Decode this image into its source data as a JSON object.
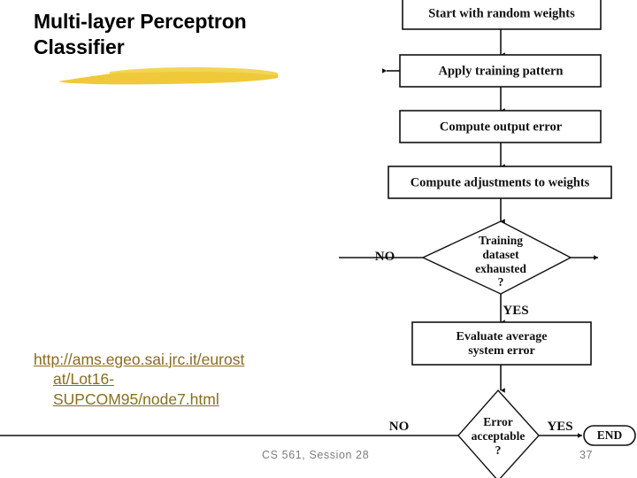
{
  "slide": {
    "title_line1": "Multi-layer Perceptron",
    "title_line2": "Classifier",
    "accent_color": "#EFC93A",
    "link_color": "#8A6D1F",
    "footer_color": "#7D7D7D"
  },
  "link": {
    "line1": "http://ams.egeo.sai.jrc.it/eurost",
    "line2": "at/Lot16-",
    "line3": "SUPCOM95/node7.html",
    "full": "http://ams.egeo.sai.jrc.it/eurostat/Lot16-SUPCOM95/node7.html"
  },
  "footer": {
    "course": "CS 561, Session 28",
    "page": "37"
  },
  "flowchart": {
    "nodes": [
      {
        "id": "start",
        "type": "process",
        "label": "Start with random weights"
      },
      {
        "id": "apply",
        "type": "process",
        "label": "Apply training pattern"
      },
      {
        "id": "output_err",
        "type": "process",
        "label": "Compute output error"
      },
      {
        "id": "adjust",
        "type": "process",
        "label": "Compute adjustments to weights"
      },
      {
        "id": "exhausted",
        "type": "decision",
        "label_line1": "Training",
        "label_line2": "dataset",
        "label_line3": "exhausted",
        "label_line4": "?"
      },
      {
        "id": "evaluate",
        "type": "process",
        "label_line1": "Evaluate average",
        "label_line2": "system error"
      },
      {
        "id": "acceptable",
        "type": "decision",
        "label_line1": "Error",
        "label_line2": "acceptable",
        "label_line3": "?"
      },
      {
        "id": "end",
        "type": "terminal",
        "label": "END"
      }
    ],
    "branches": {
      "exhausted_no": "NO",
      "exhausted_yes": "YES",
      "acceptable_no": "NO",
      "acceptable_yes": "YES"
    }
  }
}
